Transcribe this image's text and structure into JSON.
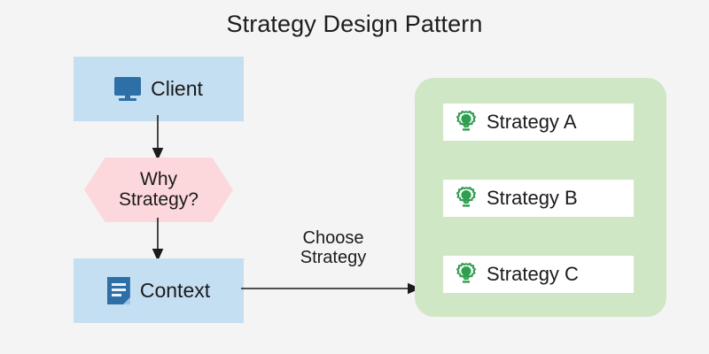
{
  "title": "Strategy Design Pattern",
  "background_color": "#f4f4f4",
  "nodes": {
    "client": {
      "label": "Client",
      "icon": "monitor-icon",
      "fill": "#c5dff2",
      "icon_color": "#2f6fa8"
    },
    "decision": {
      "line1": "Why",
      "line2": "Strategy?",
      "shape": "hexagon",
      "fill": "#fcd8dc"
    },
    "context": {
      "label": "Context",
      "icon": "document-icon",
      "fill": "#c5dff2",
      "icon_color": "#2f6fa8"
    }
  },
  "edges": {
    "client_to_decision": {
      "label": "",
      "direction": "down"
    },
    "decision_to_context": {
      "label": "",
      "direction": "down"
    },
    "context_to_pool": {
      "label_line1": "Choose",
      "label_line2": "Strategy",
      "direction": "right"
    }
  },
  "strategy_pool": {
    "fill": "#cfe7c5",
    "card_fill": "#ffffff",
    "icon_color": "#2f9e4f",
    "cards": [
      {
        "label": "Strategy A",
        "icon": "gear-bulb-icon"
      },
      {
        "label": "Strategy B",
        "icon": "gear-bulb-icon"
      },
      {
        "label": "Strategy C",
        "icon": "gear-bulb-icon"
      }
    ]
  }
}
